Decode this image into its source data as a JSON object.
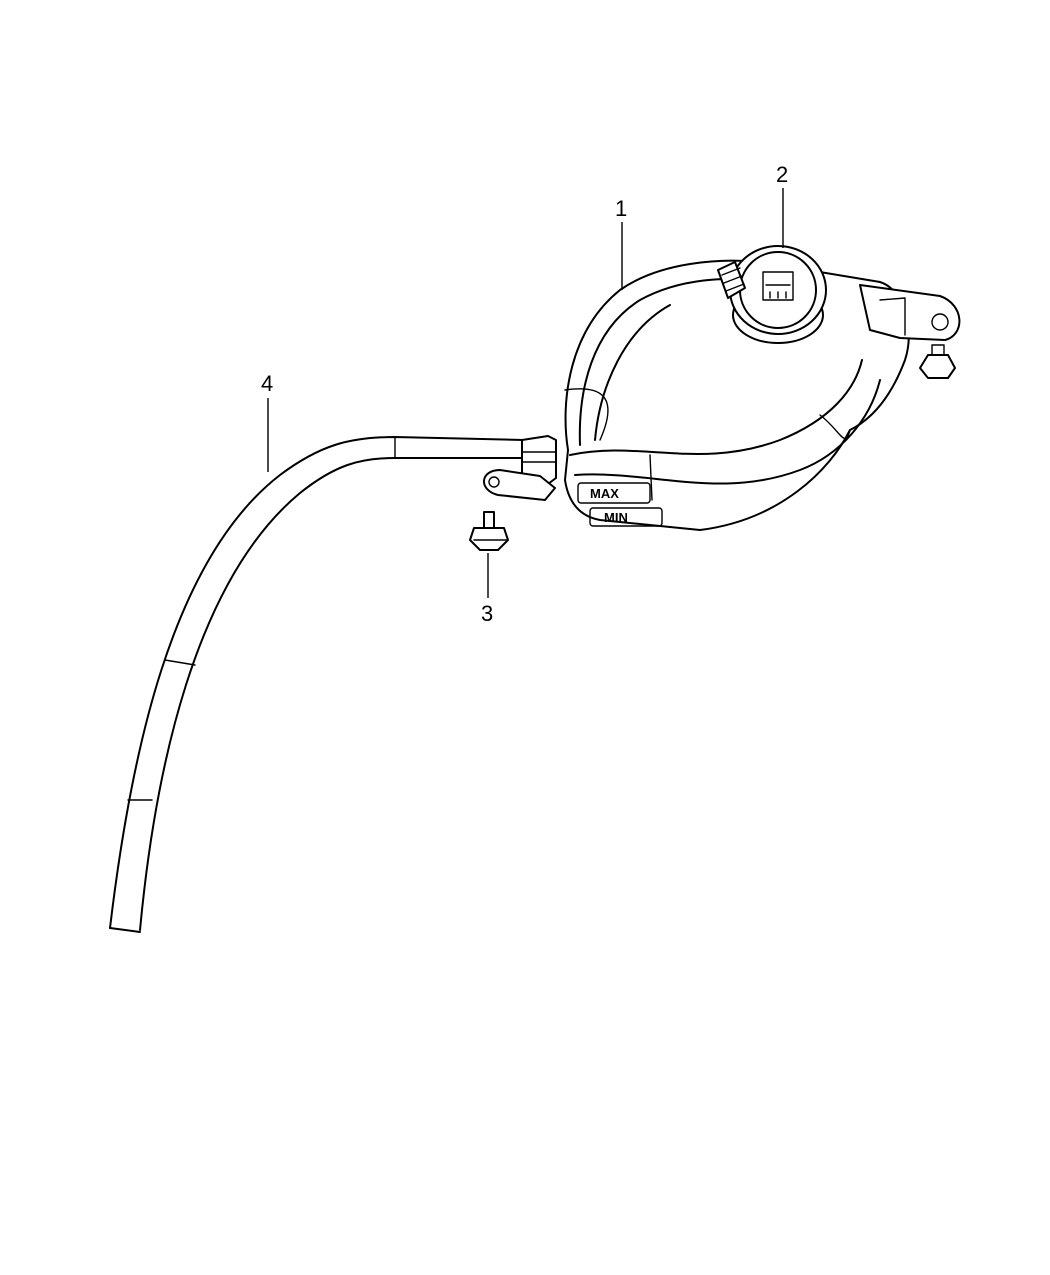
{
  "callouts": {
    "reservoir": "1",
    "cap": "2",
    "bolt": "3",
    "hose": "4"
  },
  "embossed": {
    "upper": "MAX",
    "lower": "MIN"
  }
}
